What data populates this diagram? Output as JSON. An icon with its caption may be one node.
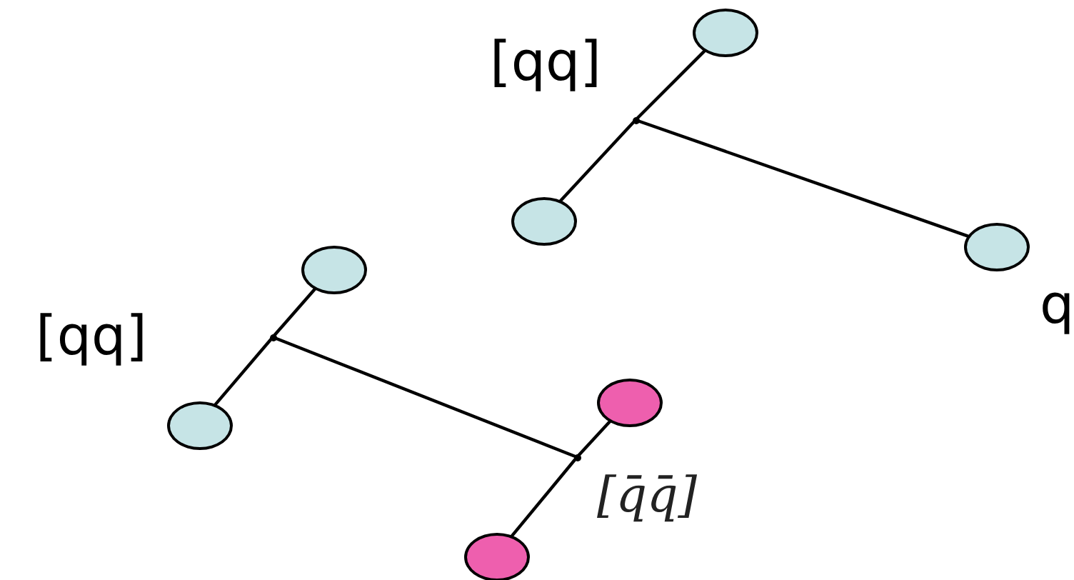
{
  "diagram": {
    "nodes": [
      {
        "text": [],
        "shape": "circle"
      },
      {
        "text": [],
        "shape": "point"
      },
      {
        "text": [],
        "shape": "circle"
      },
      {
        "text": [],
        "shape": "circle"
      },
      {
        "text": [],
        "shape": "circle"
      },
      {
        "text": [],
        "shape": "point"
      },
      {
        "text": [],
        "shape": "circle"
      },
      {
        "text": [],
        "shape": "circle"
      },
      {
        "text": [],
        "shape": "point"
      },
      {
        "text": [],
        "shape": "circle"
      }
    ],
    "edges": [
      {
        "from": 0,
        "to": 1,
        "arrow": "none"
      },
      {
        "from": 1,
        "to": 2,
        "arrow": "none"
      },
      {
        "from": 1,
        "to": 3,
        "arrow": "none"
      },
      {
        "from": 4,
        "to": 5,
        "arrow": "none"
      },
      {
        "from": 5,
        "to": 6,
        "arrow": "none"
      },
      {
        "from": 5,
        "to": 8,
        "arrow": "none"
      },
      {
        "from": 7,
        "to": 8,
        "arrow": "none"
      },
      {
        "from": 8,
        "to": 9,
        "arrow": "none"
      }
    ],
    "labels": [
      "[qq]",
      "q",
      "[qq]",
      "[q̄q̄]"
    ]
  }
}
